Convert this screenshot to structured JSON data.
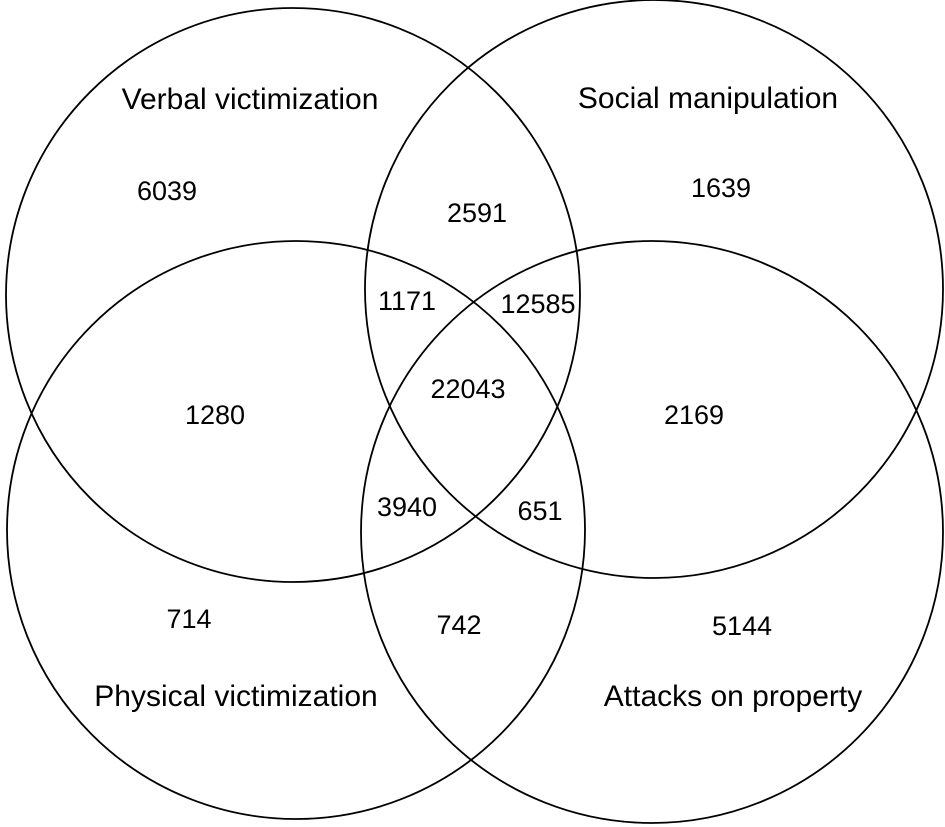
{
  "diagram": {
    "type": "venn-4",
    "sets": [
      {
        "id": "verbal",
        "label": "Verbal victimization"
      },
      {
        "id": "social",
        "label": "Social manipulation"
      },
      {
        "id": "physical",
        "label": "Physical victimization"
      },
      {
        "id": "property",
        "label": "Attacks on property"
      }
    ],
    "regions": [
      {
        "id": "verbal_only",
        "sets": [
          "verbal"
        ],
        "value": "6039"
      },
      {
        "id": "social_only",
        "sets": [
          "social"
        ],
        "value": "1639"
      },
      {
        "id": "physical_only",
        "sets": [
          "physical"
        ],
        "value": "714"
      },
      {
        "id": "property_only",
        "sets": [
          "property"
        ],
        "value": "5144"
      },
      {
        "id": "verbal_social",
        "sets": [
          "verbal",
          "social"
        ],
        "value": "2591"
      },
      {
        "id": "verbal_physical",
        "sets": [
          "verbal",
          "physical"
        ],
        "value": "1280"
      },
      {
        "id": "social_property",
        "sets": [
          "social",
          "property"
        ],
        "value": "2169"
      },
      {
        "id": "physical_property",
        "sets": [
          "physical",
          "property"
        ],
        "value": "742"
      },
      {
        "id": "verbal_social_physical",
        "sets": [
          "verbal",
          "social",
          "physical"
        ],
        "value": "1171"
      },
      {
        "id": "verbal_social_property",
        "sets": [
          "verbal",
          "social",
          "property"
        ],
        "value": "12585"
      },
      {
        "id": "all_four",
        "sets": [
          "verbal",
          "social",
          "physical",
          "property"
        ],
        "value": "22043"
      },
      {
        "id": "verbal_physical_property",
        "sets": [
          "verbal",
          "physical",
          "property"
        ],
        "value": "3940"
      },
      {
        "id": "social_physical_property",
        "sets": [
          "social",
          "physical",
          "property"
        ],
        "value": "651"
      }
    ]
  }
}
